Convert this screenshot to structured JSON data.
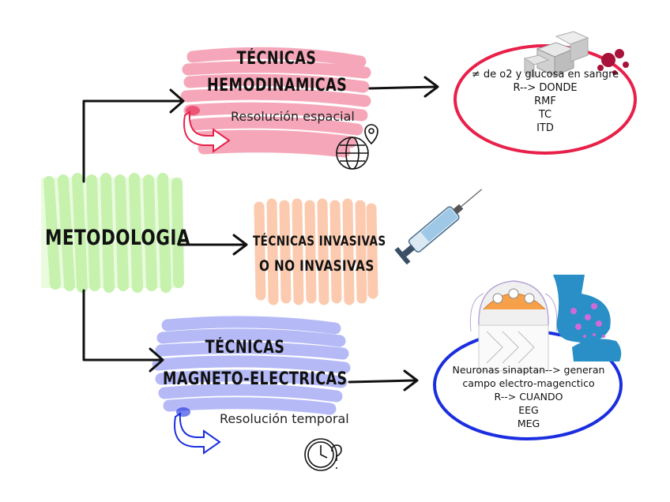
{
  "root": {
    "label": "METODOLOGIA"
  },
  "hemo": {
    "title_line1": "TÉCNICAS",
    "title_line2": "HEMODINAMICAS",
    "resolution": "Resolución espacial",
    "details": [
      "≠ de o2 y glucosa en sangre",
      "R--> DONDE",
      "RMF",
      "TC",
      "ITD"
    ],
    "color": "#ec5f80"
  },
  "inv": {
    "title_line1": "TÉCNICAS INVASIVAS",
    "title_line2": "O NO INVASIVAS",
    "color": "#f9a77a"
  },
  "mag": {
    "title_line1": "TÉCNICAS",
    "title_line2": "MAGNETO-ELECTRICAS",
    "resolution": "Resolución temporal",
    "details": [
      "Neuronas sinaptan--> generan",
      "campo electro-magenctico",
      "R--> CUANDO",
      "EEG",
      "MEG"
    ],
    "color": "#6b76f0"
  },
  "colors": {
    "root": "#c9f5b0",
    "hemo_circle": "#e8204a",
    "mag_circle": "#1a2ee0",
    "arrow": "#111111"
  },
  "icons": [
    "globe-pin-icon",
    "syringe-icon",
    "clock-question-icon",
    "sugar-cubes-icon",
    "blood-drops-icon",
    "eeg-head-icon",
    "synapse-icon",
    "curved-arrow-icon"
  ]
}
